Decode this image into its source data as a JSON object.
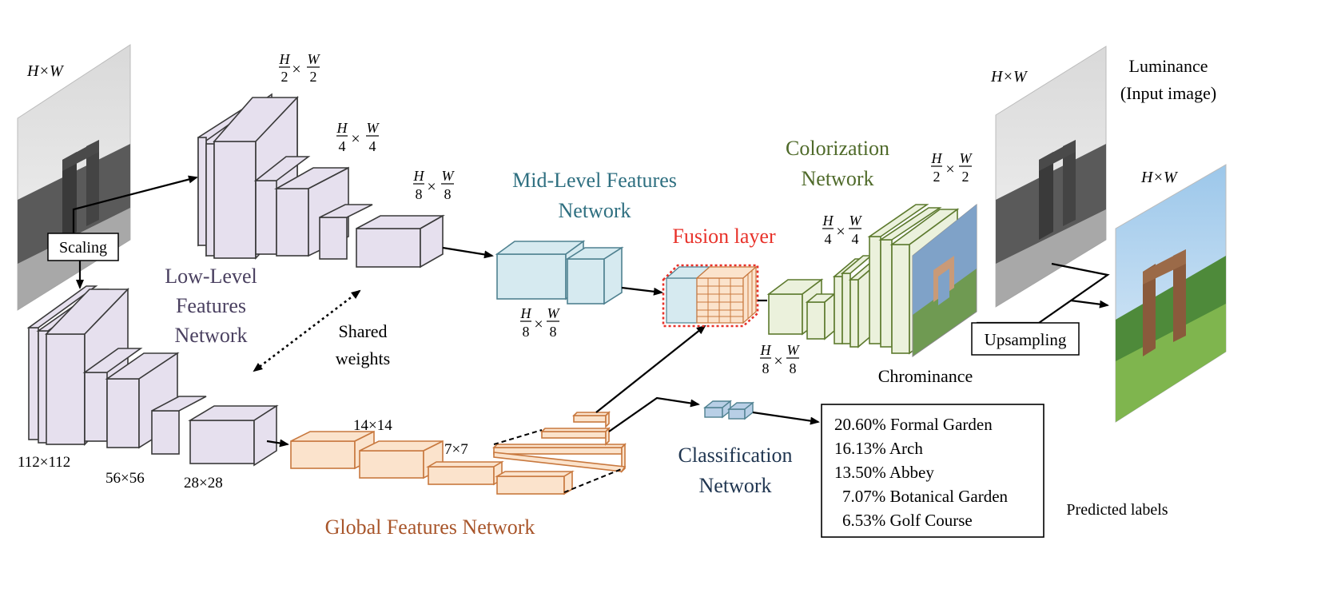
{
  "dims": {
    "input": "H×W",
    "half": {
      "num1": "H",
      "den1": "2",
      "num2": "W",
      "den2": "2"
    },
    "quarter": {
      "num1": "H",
      "den1": "4",
      "num2": "W",
      "den2": "4"
    },
    "eighth": {
      "num1": "H",
      "den1": "8",
      "num2": "W",
      "den2": "8"
    },
    "mid_eighth": {
      "num1": "H",
      "den1": "8",
      "num2": "W",
      "den2": "8"
    },
    "col_half": {
      "num1": "H",
      "den1": "2",
      "num2": "W",
      "den2": "2"
    },
    "col_quarter": {
      "num1": "H",
      "den1": "4",
      "num2": "W",
      "den2": "4"
    },
    "col_eighth": {
      "num1": "H",
      "den1": "8",
      "num2": "W",
      "den2": "8"
    },
    "lum": "H×W",
    "out": "H×W",
    "g112": "112×112",
    "g56": "56×56",
    "g28": "28×28",
    "g14": "14×14",
    "g7": "7×7",
    "times": "×"
  },
  "labels": {
    "scaling": "Scaling",
    "low_level": [
      "Low-Level",
      "Features",
      "Network"
    ],
    "shared": [
      "Shared",
      "weights"
    ],
    "mid_level": [
      "Mid-Level Features",
      "Network"
    ],
    "fusion": "Fusion layer",
    "colorization": [
      "Colorization",
      "Network"
    ],
    "global": "Global Features Network",
    "classification": [
      "Classification",
      "Network"
    ],
    "luminance": [
      "Luminance",
      "(Input image)"
    ],
    "chrominance": "Chrominance",
    "upsampling": "Upsampling",
    "predicted": "Predicted labels"
  },
  "predictions": [
    "20.60% Formal Garden",
    "16.13% Arch",
    "13.50% Abbey",
    "7.07% Botanical Garden",
    "6.53% Golf Course"
  ],
  "colors": {
    "low": "#e6e0ee",
    "mid": "#d6eaf0",
    "mid_stroke": "#4f8190",
    "global": "#fbe3cc",
    "global_stroke": "#c8783e",
    "color_net": "#ebf1dc",
    "color_stroke": "#5d7a2e",
    "fusion_red": "#e8322a",
    "class_blue": "#b8cfe6",
    "mid_text": "#2e6f80",
    "color_text": "#4f6a2a",
    "global_text": "#a8552a",
    "class_text": "#1f3550",
    "low_text": "#4a4060"
  },
  "icons": {
    "input_image": "grayscale-ruin-photo",
    "luminance_image": "grayscale-ruin-photo",
    "chrominance_image": "chrominance-map",
    "output_image": "colorized-ruin-photo"
  }
}
